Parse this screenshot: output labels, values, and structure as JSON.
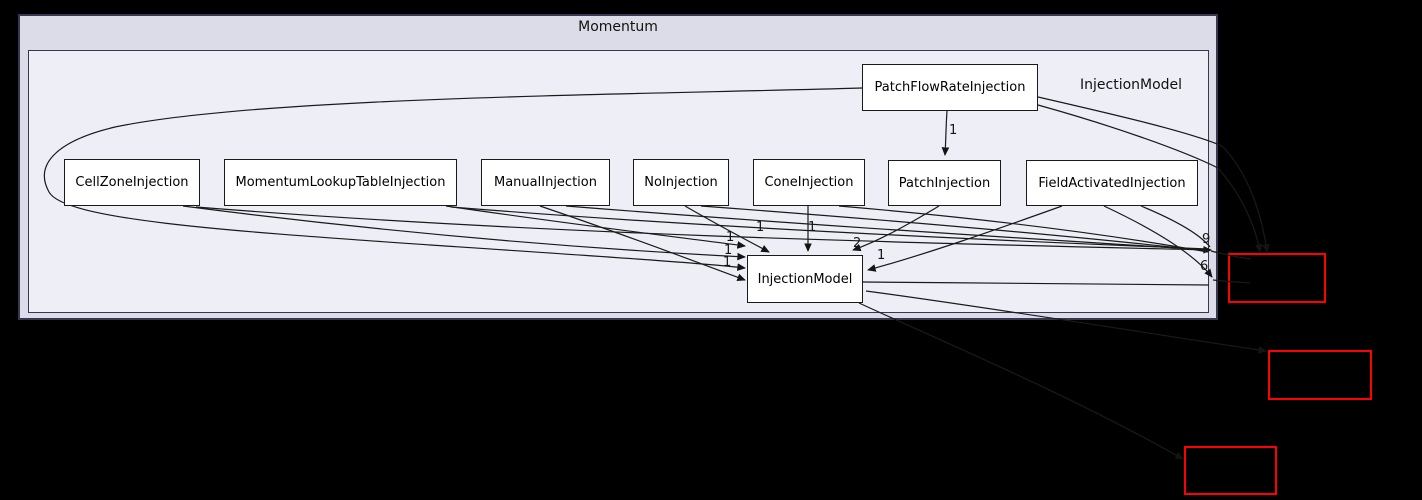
{
  "diagram": {
    "outer_cluster_label": "Momentum",
    "inner_cluster_label": "InjectionModel",
    "nodes": [
      {
        "id": "PatchFlowRateInjection",
        "label": "PatchFlowRateInjection"
      },
      {
        "id": "CellZoneInjection",
        "label": "CellZoneInjection"
      },
      {
        "id": "MomentumLookupTableInjection",
        "label": "MomentumLookupTableInjection"
      },
      {
        "id": "ManualInjection",
        "label": "ManualInjection"
      },
      {
        "id": "NoInjection",
        "label": "NoInjection"
      },
      {
        "id": "ConeInjection",
        "label": "ConeInjection"
      },
      {
        "id": "PatchInjection",
        "label": "PatchInjection"
      },
      {
        "id": "FieldActivatedInjection",
        "label": "FieldActivatedInjection"
      },
      {
        "id": "InjectionModel",
        "label": "InjectionModel"
      }
    ],
    "external_nodes": [
      {
        "id": "external-node-1",
        "label": ""
      },
      {
        "id": "external-node-2",
        "label": ""
      },
      {
        "id": "external-node-3",
        "label": ""
      }
    ],
    "edge_labels": [
      "1",
      "1",
      "1",
      "2",
      "1",
      "1",
      "1",
      "1",
      "9",
      "6"
    ],
    "colors": {
      "background": "#000000",
      "outer_cluster_fill": "#dcdce8",
      "inner_cluster_fill": "#eeeef7",
      "cluster_border": "#373751",
      "node_fill": "#ffffff",
      "node_border": "#1a1a1a",
      "edge": "#1a1a1a",
      "external_node_border": "#ff0000"
    }
  }
}
